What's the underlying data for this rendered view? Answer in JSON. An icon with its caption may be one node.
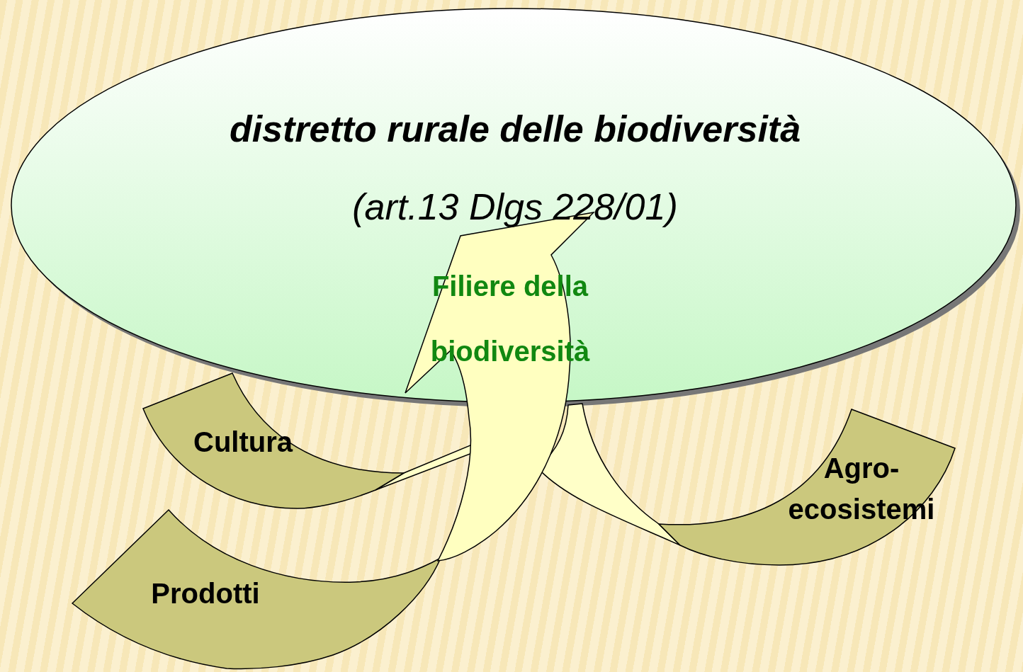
{
  "diagram": {
    "nodes": [
      {
        "text": [
          "distretto rurale delle biodiversità",
          "(art.13 Dlgs 228/01)"
        ]
      },
      {
        "text": [
          "Filiere della biodiversità"
        ]
      },
      {
        "text": [
          "Cultura"
        ]
      },
      {
        "text": [
          "Prodotti"
        ]
      },
      {
        "text": [
          "Agro- ecosistemi"
        ]
      }
    ],
    "edges": [
      {
        "from": 2,
        "to": 1,
        "arrow": "none"
      },
      {
        "from": 4,
        "to": 1,
        "arrow": "none"
      }
    ]
  }
}
